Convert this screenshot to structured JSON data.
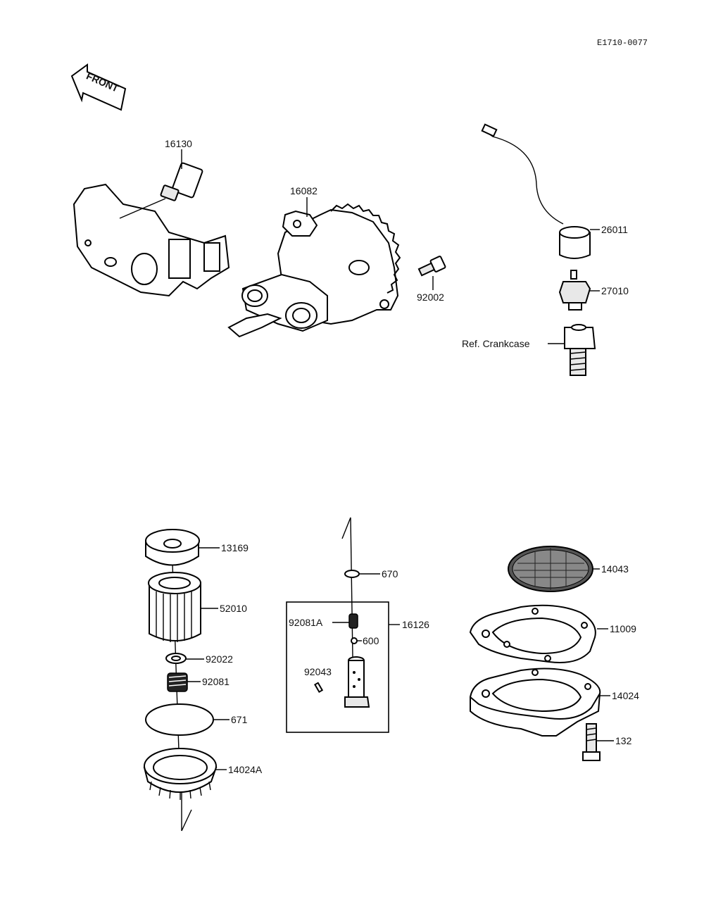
{
  "diagram_code": "E1710-0077",
  "front_label": "FRONT",
  "labels": {
    "p16130": "16130",
    "p16082": "16082",
    "p92002": "92002",
    "p26011": "26011",
    "p27010": "27010",
    "ref_crankcase": "Ref. Crankcase",
    "p13169": "13169",
    "p52010": "52010",
    "p92022": "92022",
    "p92081": "92081",
    "p671": "671",
    "p14024A": "14024A",
    "p670": "670",
    "p92081A": "92081A",
    "p16126": "16126",
    "p600": "600",
    "p92043": "92043",
    "p14043": "14043",
    "p11009": "11009",
    "p14024": "14024",
    "p132": "132"
  }
}
